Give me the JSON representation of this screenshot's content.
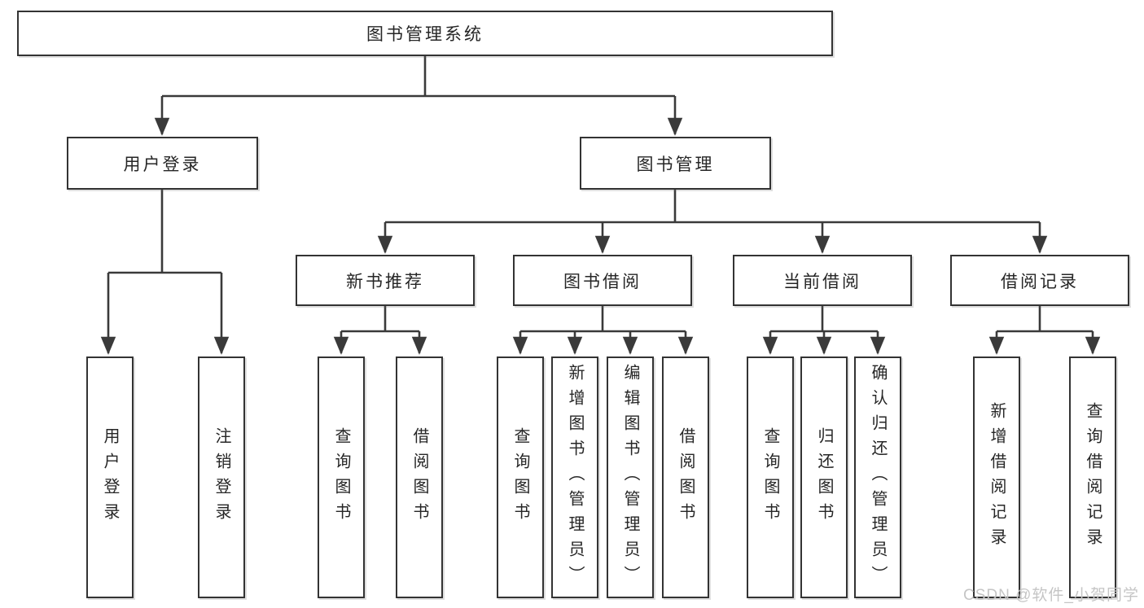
{
  "tree": {
    "root": {
      "label": "图书管理系统"
    },
    "branches": [
      {
        "label": "用户登录",
        "children": [
          {
            "label": "用户登录"
          },
          {
            "label": "注销登录"
          }
        ]
      },
      {
        "label": "图书管理",
        "children": [
          {
            "label": "新书推荐",
            "children": [
              {
                "label": "查询图书"
              },
              {
                "label": "借阅图书"
              }
            ]
          },
          {
            "label": "图书借阅",
            "children": [
              {
                "label": "查询图书"
              },
              {
                "label": "新增图书（管理员）"
              },
              {
                "label": "编辑图书（管理员）"
              },
              {
                "label": "借阅图书"
              }
            ]
          },
          {
            "label": "当前借阅",
            "children": [
              {
                "label": "查询图书"
              },
              {
                "label": "归还图书"
              },
              {
                "label": "确认归还（管理员）"
              }
            ]
          },
          {
            "label": "借阅记录",
            "children": [
              {
                "label": "新增借阅记录"
              },
              {
                "label": "查询借阅记录"
              }
            ]
          }
        ]
      }
    ]
  },
  "watermark": {
    "text": "CSDN @软件_小贺同学"
  },
  "colors": {
    "line": "#3a3a3a",
    "border": "#333333",
    "text": "#262626",
    "watermark": "#c5c5c5",
    "background": "#ffffff"
  }
}
